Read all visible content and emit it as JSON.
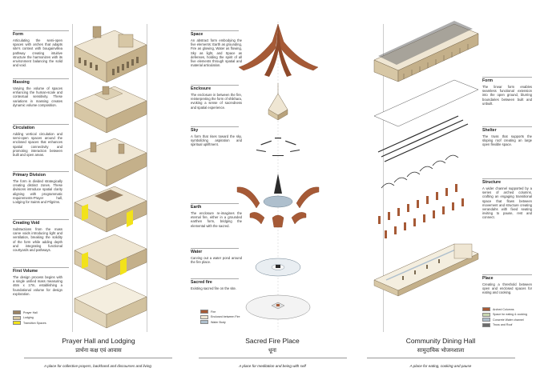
{
  "colors": {
    "beige_light": "#efe6d3",
    "beige_mid": "#d7c7a5",
    "beige_dark": "#b8a27c",
    "brown_solid": "#9b8365",
    "yellow_void": "#f2e21a",
    "terracotta": "#a65a36",
    "terracotta_dark": "#7f3d22",
    "water_blue": "#aebfcd",
    "roof_grey": "#6b6b6b",
    "grass_green": "#c8d6b0"
  },
  "left_panel": {
    "sections": [
      {
        "heading": "Form",
        "body": "Articulating the semi-open spaces with arches that adapts site's context with bougainvillea pathway creating intuitive structure the harmonizes with its environment balancing the solid and void."
      },
      {
        "heading": "Massing",
        "body": "Varying the volume of spaces enhancing the human-scale and contextual sensitivity. These variations in massing creates dynamic volume composition."
      },
      {
        "heading": "Circulation",
        "body": "Adding vertical circulation and semi-open spaces around the enclosed spaces that enhances spatial connectivity and promoting interaction between built and open areas."
      },
      {
        "heading": "Primary Division",
        "body": "The form is divided strategically creating distinct zones. These divisions introduce spatial clarity aligning with programmatic requirements-Prayer hall, Lodging for Saints and Pilgrims."
      },
      {
        "heading": "Creating Void",
        "body": "Subtractions from the mass carve voids introducing light and ventilation, breaking the solidity of the form while adding depth and integrating functional courtyards and pathways."
      },
      {
        "heading": "First Volume",
        "body": "The design process begins with a single unified mass measuring 46m x 17m, establishing a foundational volume for design exploration."
      }
    ],
    "legend": [
      "Prayer Hall",
      "Lodging",
      "Transition Spaces"
    ],
    "title": "Prayer Hall and Lodging",
    "hindi": "प्रार्थना कक्ष एवं आवास",
    "tagline": "A place for collective prayers, backhand and discourses and living"
  },
  "middle_panel": {
    "sections": [
      {
        "heading": "Space",
        "body": "An abstract form embodying the five elements: Earth as grounding, Fire as glowing, Water as flowing, Sky as light, and Space as defenses, holding the spirit of all five elements through spatial and material articulation."
      },
      {
        "heading": "Enclosure",
        "body": "The enclosure in between the fire, reinterpreting the form of shikhara, evoking a sense of sacredness and spatial experience."
      },
      {
        "heading": "Sky",
        "body": "A form that rises toward the sky, symbolizing aspiration and spiritual upliftment."
      },
      {
        "heading": "Earth",
        "body": "The enclosure re-imagines the eternal fire, either in a grounded earthen form, bridging the elemental with the sacred."
      },
      {
        "heading": "Water",
        "body": "Carving out a water pond around the fire place."
      },
      {
        "heading": "Sacred fire",
        "body": "Existing sacred fire on the site."
      }
    ],
    "legend": [
      "Fire",
      "Enclosed between Fire",
      "Water Body"
    ],
    "title": "Sacred Fire Place",
    "hindi": "धूना",
    "tagline": "A place for meditation and being with self"
  },
  "right_panel": {
    "sections": [
      {
        "heading": "Form",
        "body": "The linear form enables seamless functional extension into the open ground, blurring boundaries between built and unbuilt."
      },
      {
        "heading": "Shelter",
        "body": "The truss that supports the sloping roof creating an large open flexible space."
      },
      {
        "heading": "Structure",
        "body": "A wider channel supported by a series of arched columns, crafting an engaging transitional space that flows between movement and structure creating verandahs with fixed seating inviting to pause, rest and connect."
      },
      {
        "heading": "Place",
        "body": "Creating a threshold between open and enclosed spaces for eating and cooking."
      }
    ],
    "legend": [
      "Arched Columns",
      "Space for eating & cooking",
      "Concrete Water channel",
      "Truss and Roof"
    ],
    "title": "Community Dining Hall",
    "hindi": "सामुदायिक भोजनशाला",
    "tagline": "A place for eating, cooking and pause"
  }
}
